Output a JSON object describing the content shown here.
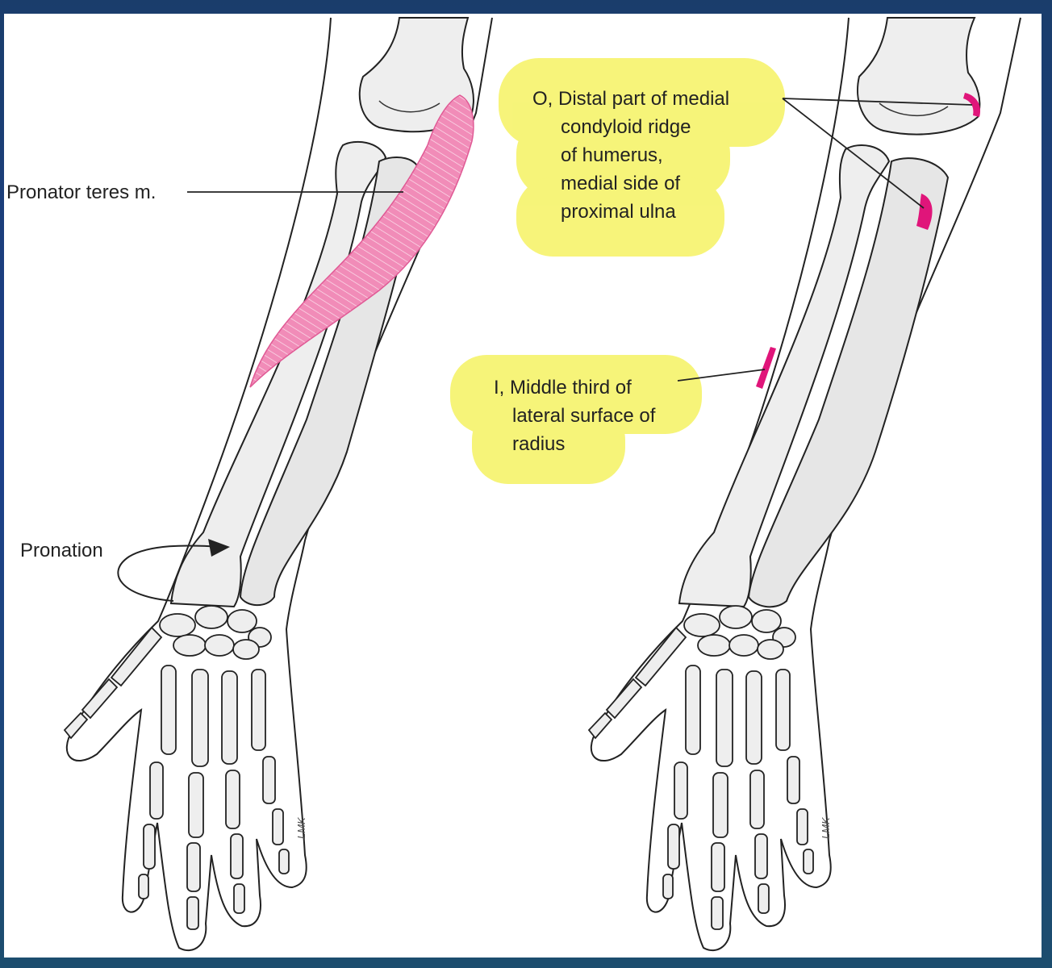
{
  "colors": {
    "frame_top": "#1a3d6b",
    "frame_bottom": "#1c4d6e",
    "muscle": "#ee6fa6",
    "attachment": "#e0157a",
    "highlight": "#f6f36b",
    "bone_fill": "#eeeeee",
    "outline": "#222222"
  },
  "left_figure": {
    "muscle_label": "Pronator teres m.",
    "motion_label": "Pronation",
    "artist_signature": "LMK"
  },
  "right_figure": {
    "origin_label": [
      "O, Distal part of medial",
      "condyloid ridge",
      "of humerus,",
      "medial side of",
      "proximal ulna"
    ],
    "insertion_label": [
      "I, Middle third of",
      "lateral surface of",
      "radius"
    ],
    "artist_signature": "LMK"
  }
}
